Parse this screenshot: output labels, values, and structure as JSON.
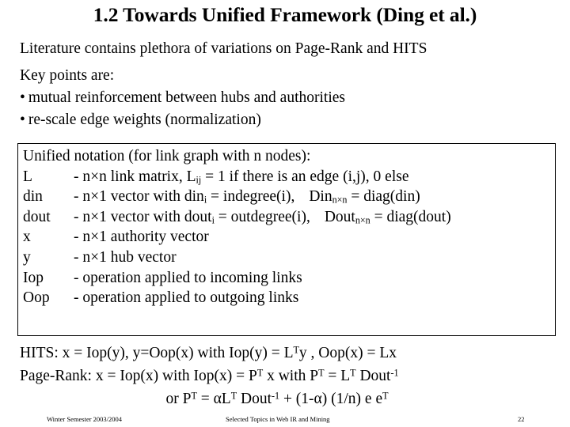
{
  "slide": {
    "title": "1.2 Towards Unified Framework (Ding et al.)",
    "intro": {
      "line1": "Literature contains plethora of variations on Page-Rank and HITS",
      "line2": "Key points are:",
      "bullet_marker": "•",
      "bullet1": "mutual reinforcement between hubs and authorities",
      "bullet2": "re-scale edge weights (normalization)"
    },
    "notation": {
      "heading": "Unified notation (for link graph with n nodes):",
      "rows": [
        {
          "symbol": "L",
          "desc_pre": "- n×n link matrix, L",
          "sub1": "ij",
          "desc_post": " = 1 if there is an edge (i,j), 0 else"
        },
        {
          "symbol": "din",
          "desc_pre": "- n×1 vector with din",
          "sub1": "i",
          "desc_mid": " = indegree(i),",
          "extra_pre": "Din",
          "sub2": "n×n",
          "extra_post": " = diag(din)"
        },
        {
          "symbol": "dout",
          "desc_pre": "- n×1 vector with dout",
          "sub1": "i",
          "desc_mid": " = outdegree(i),",
          "extra_pre": "Dout",
          "sub2": "n×n",
          "extra_post": " = diag(dout)"
        },
        {
          "symbol": "x",
          "desc_pre": "- n×1 authority vector"
        },
        {
          "symbol": "y",
          "desc_pre": "- n×1 hub vector"
        },
        {
          "symbol": "Iop",
          "desc_pre": "- operation applied to incoming links"
        },
        {
          "symbol": "Oop",
          "desc_pre": "- operation applied to outgoing links"
        }
      ]
    },
    "formulas": {
      "hits_pre": "HITS: x = Iop(y), y=Oop(x) with Iop(y) = L",
      "hits_sup1": "T",
      "hits_mid": "y , Oop(x) = Lx",
      "pagerank_pre": "Page-Rank: x = Iop(x) with Iop(x) = P",
      "pagerank_sup1": "T",
      "pagerank_mid": " x with P",
      "pagerank_sup2": "T",
      "pagerank_mid2": " = L",
      "pagerank_sup3": "T",
      "pagerank_mid3": " Dout",
      "pagerank_sup4": "-1",
      "alt_pre": "or P",
      "alt_sup1": "T",
      "alt_mid": " = αL",
      "alt_sup2": "T",
      "alt_mid2": " Dout",
      "alt_sup3": "-1",
      "alt_mid3": " + (1-α) (1/n) e e",
      "alt_sup4": "T"
    },
    "footer": {
      "left": "Winter Semester 2003/2004",
      "center": "Selected Topics in Web IR and Mining",
      "page": "22"
    }
  }
}
